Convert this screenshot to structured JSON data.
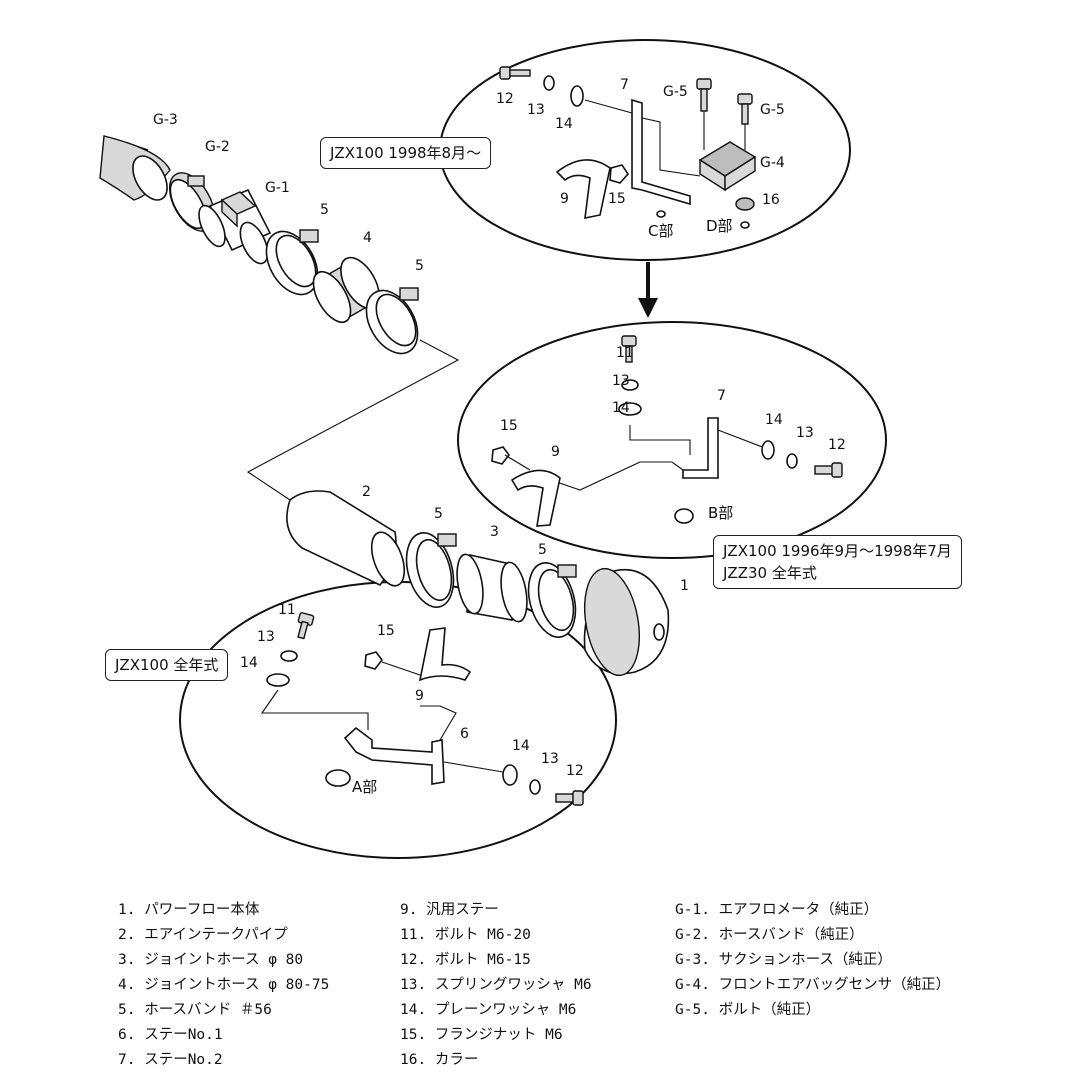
{
  "callouts": {
    "top": "JZX100 1998年8月～",
    "middle_line1": "JZX100  1996年9月～1998年7月",
    "middle_line2": "JZZ30   全年式",
    "bottom": "JZX100 全年式"
  },
  "labels": {
    "g3": "G-3",
    "g2": "G-2",
    "g1": "G-1",
    "p5a": "5",
    "p4": "4",
    "p5b": "5",
    "p2": "2",
    "p5c": "5",
    "p3": "3",
    "p5d": "5",
    "p1": "1",
    "top_12": "12",
    "top_13": "13",
    "top_14": "14",
    "top_7": "7",
    "top_g5a": "G-5",
    "top_g5b": "G-5",
    "top_g4": "G-4",
    "top_9": "9",
    "top_15": "15",
    "top_16": "16",
    "top_c": "C部",
    "top_d": "D部",
    "mid_11": "11",
    "mid_13a": "13",
    "mid_14a": "14",
    "mid_7": "7",
    "mid_15": "15",
    "mid_9": "9",
    "mid_14b": "14",
    "mid_13b": "13",
    "mid_12": "12",
    "mid_b": "B部",
    "bot_11": "11",
    "bot_13a": "13",
    "bot_14a": "14",
    "bot_15": "15",
    "bot_9": "9",
    "bot_6": "6",
    "bot_14b": "14",
    "bot_13b": "13",
    "bot_12": "12",
    "bot_a": "A部"
  },
  "legend": {
    "col1": [
      "1. パワーフロー本体",
      "2. エアインテークパイプ",
      "3. ジョイントホース  φ 80",
      "4. ジョイントホース  φ 80-75",
      "5. ホースバンド  ＃56",
      "6. ステーNo.1",
      "7. ステーNo.2"
    ],
    "col2": [
      " 9. 汎用ステー",
      "11. ボルト  M6-20",
      "12. ボルト  M6-15",
      "13. スプリングワッシャ  M6",
      "14. プレーンワッシャ  M6",
      "15. フランジナット  M6",
      "16. カラー"
    ],
    "col3": [
      "G-1. エアフロメータ（純正）",
      "G-2. ホースバンド（純正）",
      "G-3. サクションホース（純正）",
      "G-4. フロントエアバッグセンサ（純正）",
      "G-5. ボルト（純正）"
    ]
  }
}
